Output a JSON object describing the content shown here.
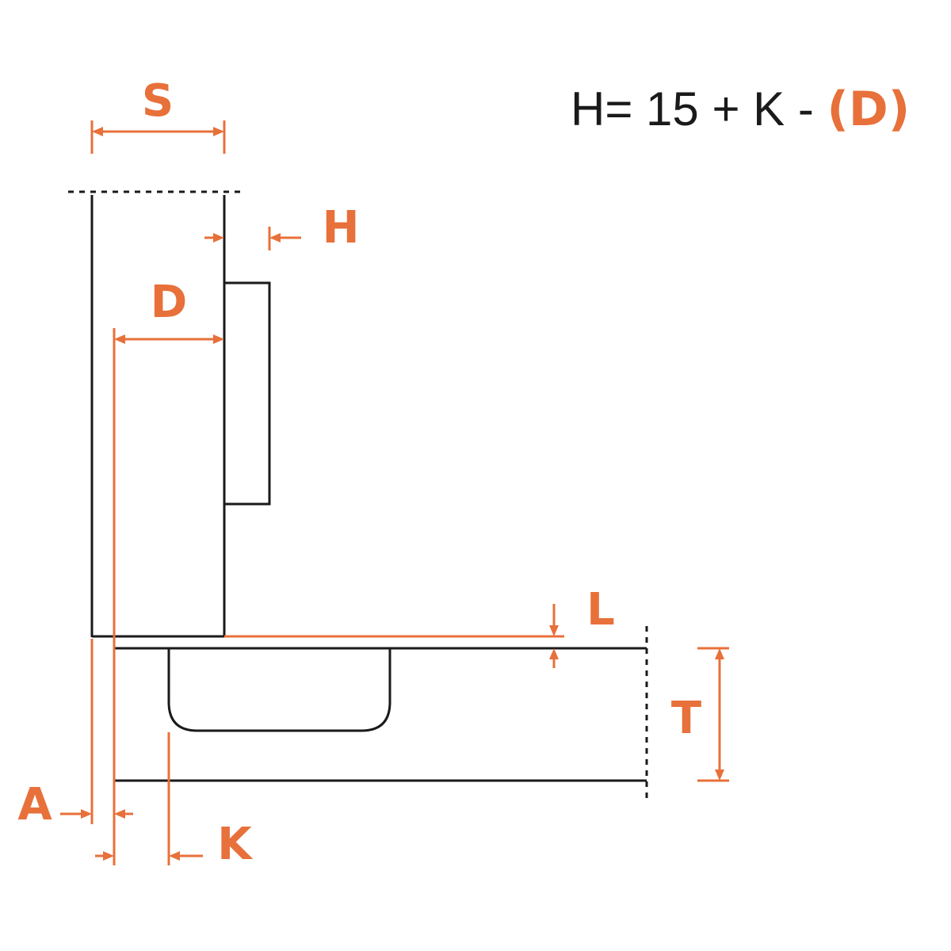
{
  "formula": {
    "expression": "H= 15 + K - ",
    "highlight": "(D)"
  },
  "labels": {
    "s": "S",
    "h": "H",
    "d": "D",
    "l": "L",
    "t": "T",
    "a": "A",
    "k": "K"
  },
  "colors": {
    "line": "#1a1a1a",
    "dimension": "#e8703a",
    "background": "#ffffff"
  }
}
